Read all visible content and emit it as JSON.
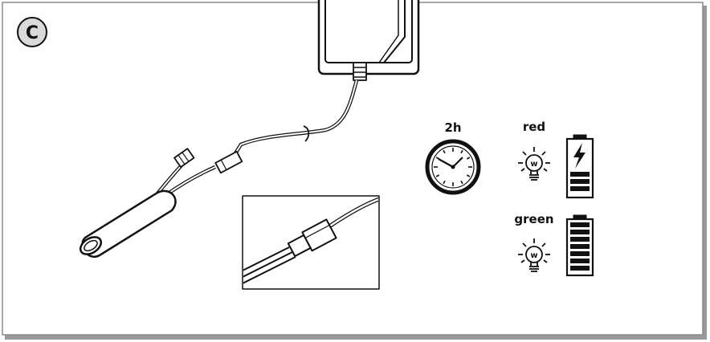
{
  "step_label": "C",
  "timer": {
    "label": "2h",
    "icon": "clock-icon"
  },
  "status_red": {
    "label": "red",
    "light_icon": "led-w-icon",
    "battery_icon": "battery-charging-icon"
  },
  "status_green": {
    "label": "green",
    "light_icon": "led-w-icon",
    "battery_icon": "battery-full-icon"
  },
  "colors": {
    "stroke": "#111111",
    "frame": "#9a9a9a",
    "badge_fill": "#d9d9d9"
  }
}
